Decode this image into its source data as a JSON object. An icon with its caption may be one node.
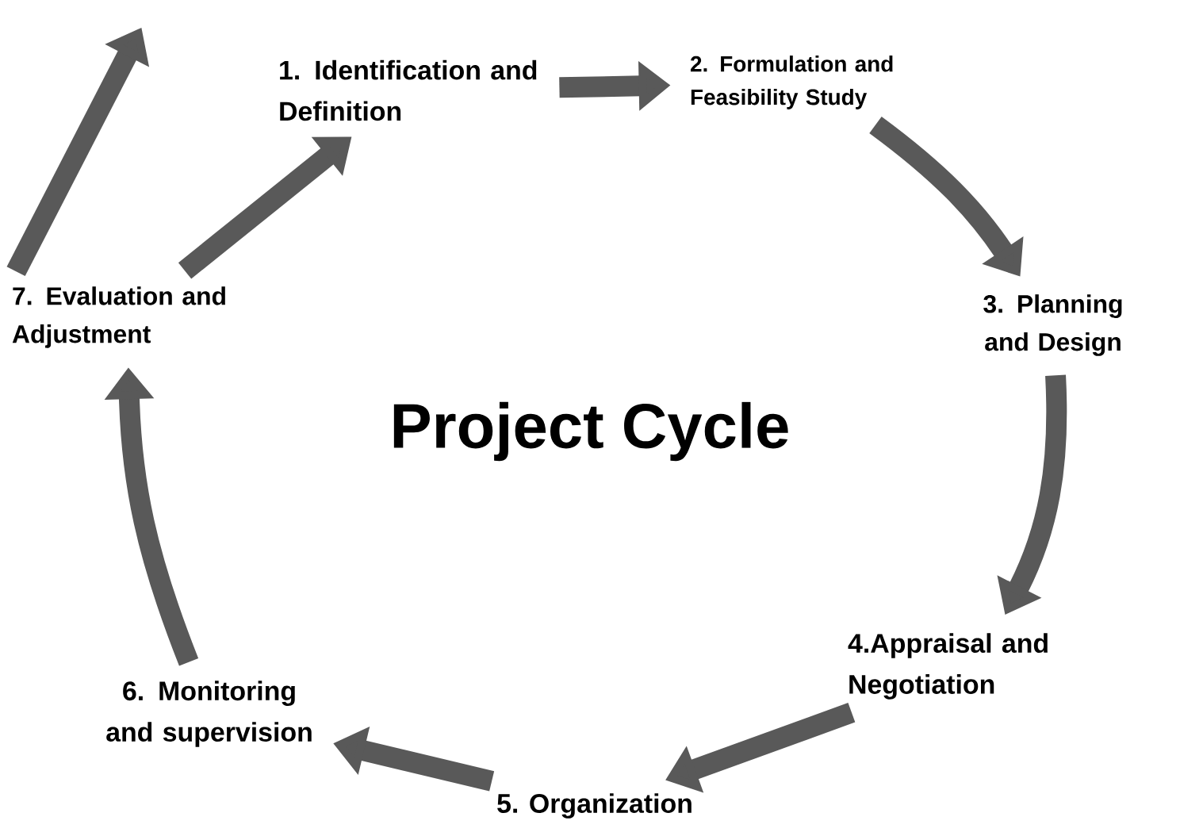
{
  "diagram": {
    "title": "Project Cycle",
    "nodes": [
      {
        "text": [
          "1. Identification and Definition"
        ]
      },
      {
        "text": [
          "2. Formulation and Feasibility Study"
        ]
      },
      {
        "text": [
          "3. Planning and Design"
        ]
      },
      {
        "text": [
          "4.Appraisal and Negotiation"
        ]
      },
      {
        "text": [
          "5. Organization"
        ]
      },
      {
        "text": [
          "6. Monitoring and supervision"
        ]
      },
      {
        "text": [
          "7. Evaluation and Adjustment"
        ]
      }
    ],
    "edges": [
      {
        "from": 0,
        "to": 1,
        "arrow": "to"
      },
      {
        "from": 1,
        "to": 2,
        "arrow": "to"
      },
      {
        "from": 2,
        "to": 3,
        "arrow": "to"
      },
      {
        "from": 3,
        "to": 4,
        "arrow": "to"
      },
      {
        "from": 4,
        "to": 5,
        "arrow": "to"
      },
      {
        "from": 5,
        "to": 6,
        "arrow": "to"
      },
      {
        "from": 6,
        "to": 0,
        "arrow": "to"
      },
      {
        "from": 6,
        "to": null,
        "arrow": "to"
      }
    ]
  }
}
